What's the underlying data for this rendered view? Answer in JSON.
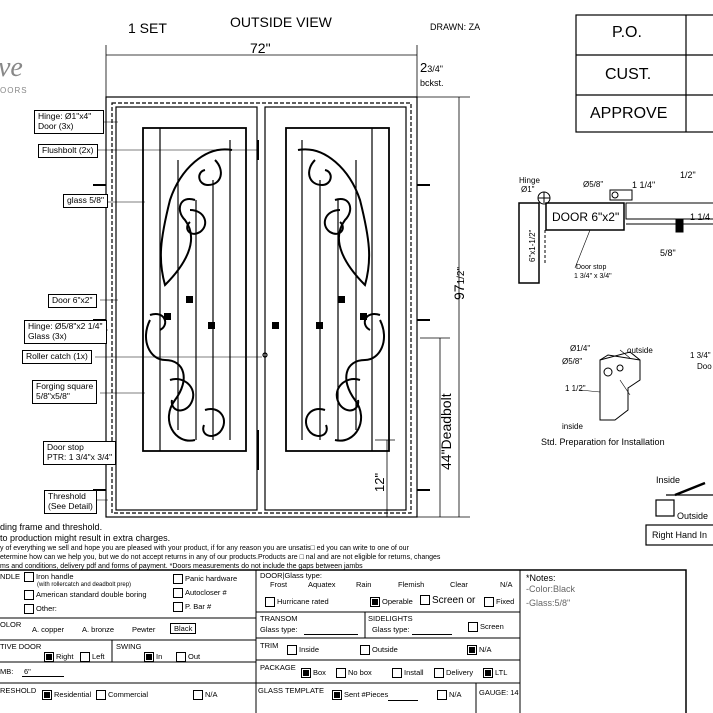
{
  "header": {
    "set": "1  SET",
    "view": "OUTSIDE VIEW",
    "drawn": "DRAWN: ZA",
    "logo_fragment": "ve",
    "logo_sub": "OORS"
  },
  "approval_table": {
    "po": "P.O.",
    "cust": "CUST.",
    "approve": "APPROVE"
  },
  "dims": {
    "width": "72\"",
    "bckst_a": "2",
    "bckst_b": "3/4\"",
    "bckst_label": "bckst.",
    "height_a": "97",
    "height_b": "1/2\"",
    "deadbolt": "44\"Deadbolt",
    "bottom": "12\""
  },
  "callouts": {
    "hinge": "Hinge: Ø1\"x4\"\nDoor (3x)",
    "flushbolt": "Flushbolt (2x)",
    "glass": "glass 5/8\"",
    "door": "Door  6\"x2\"",
    "hinge_glass": "Hinge: Ø5/8\"x2 1/4\"\nGlass (3x)",
    "roller": "Roller catch  (1x)",
    "forging": "Forging square\n5/8\"x5/8\"",
    "doorstop": "Door stop\nPTR: 1 3/4\"x 3/4\"",
    "threshold": "Threshold\n(See Detail)"
  },
  "section_detail": {
    "hinge": "Hinge",
    "hinge_size": "Ø1\"",
    "screw": "Ø5/8\"",
    "quarter": "1 1/4\"",
    "half": "1/2\"",
    "door": "DOOR 6\"x2\"",
    "frame": "6\"x1-1/2\"",
    "right_dim": "1 1/4",
    "five_eighths": "5/8\"",
    "doorstop": "Door stop",
    "doorstop_size": "1 3/4\" x 3/4\""
  },
  "prep_detail": {
    "a": "Ø1/4\"",
    "b": "Ø5/8\"",
    "c": "1 1/2\"",
    "outside": "outside",
    "inside": "inside",
    "caption": "Std. Preparation for Installation",
    "right_a": "1 3/4\"",
    "right_b": "Doo"
  },
  "swing_detail": {
    "inside": "Inside",
    "outside": "Outside",
    "label": "Right Hand In"
  },
  "notes_text": [
    "ding frame and threshold.",
    "to production might result in extra charges.",
    "y of everything we sell and hope you are pleased with your product, if for any reason you are unsatis□ ed you can write to one of our",
    "etermine how can we help you, but we do not accept returns in any of our products.Products are □ nal and are not eligible for returns, changes",
    "ms and conditions, delivery pdf and forms of payment. *Doors measurements do not include the gaps between jambs"
  ],
  "form": {
    "handle_label": "NDLE",
    "iron_handle": "Iron handle",
    "iron_handle_sub": "(with rollercatch and deadbolt prep)",
    "american": "American standard double boring",
    "other": "Other:",
    "panic": "Panic hardware",
    "autocloser": "Autocloser #",
    "pbar": "P. Bar #",
    "color_label": "OLOR",
    "colors": [
      "A. copper",
      "A. bronze",
      "Pewter",
      "Black"
    ],
    "active_label": "TIVE DOOR",
    "right": "Right",
    "left": "Left",
    "swing_label": "SWING",
    "in": "In",
    "out": "Out",
    "jamb_label": "MB:",
    "jamb_value": "6\"",
    "threshold_label": "RESHOLD",
    "residential": "Residential",
    "commercial": "Commercial",
    "na": "N/A",
    "glass_type_label": "DOOR|Glass type:",
    "glass_types": [
      "Frost",
      "Aquatex",
      "Rain",
      "Flemish",
      "Clear",
      "N/A"
    ],
    "hurricane": "Hurricane rated",
    "operable": "Operable",
    "screen_or": "Screen or",
    "fixed": "Fixed",
    "transom": "TRANSOM",
    "transom_glass": "Glass type:",
    "sidelights": "SIDELIGHTS",
    "side_glass": "Glass type:",
    "screen": "Screen",
    "trim": "TRIM",
    "inside": "Inside",
    "outside": "Outside",
    "package": "PACKAGE",
    "box": "Box",
    "no_box": "No box",
    "install": "Install",
    "delivery": "Delivery",
    "ltl": "LTL",
    "glass_template": "GLASS TEMPLATE",
    "sent": "Sent #Pieces",
    "gauge": "GAUGE: 14",
    "notes_title": "*Notes:",
    "notes_color": "-Color:Black",
    "notes_glass": "-Glass:5/8\""
  }
}
